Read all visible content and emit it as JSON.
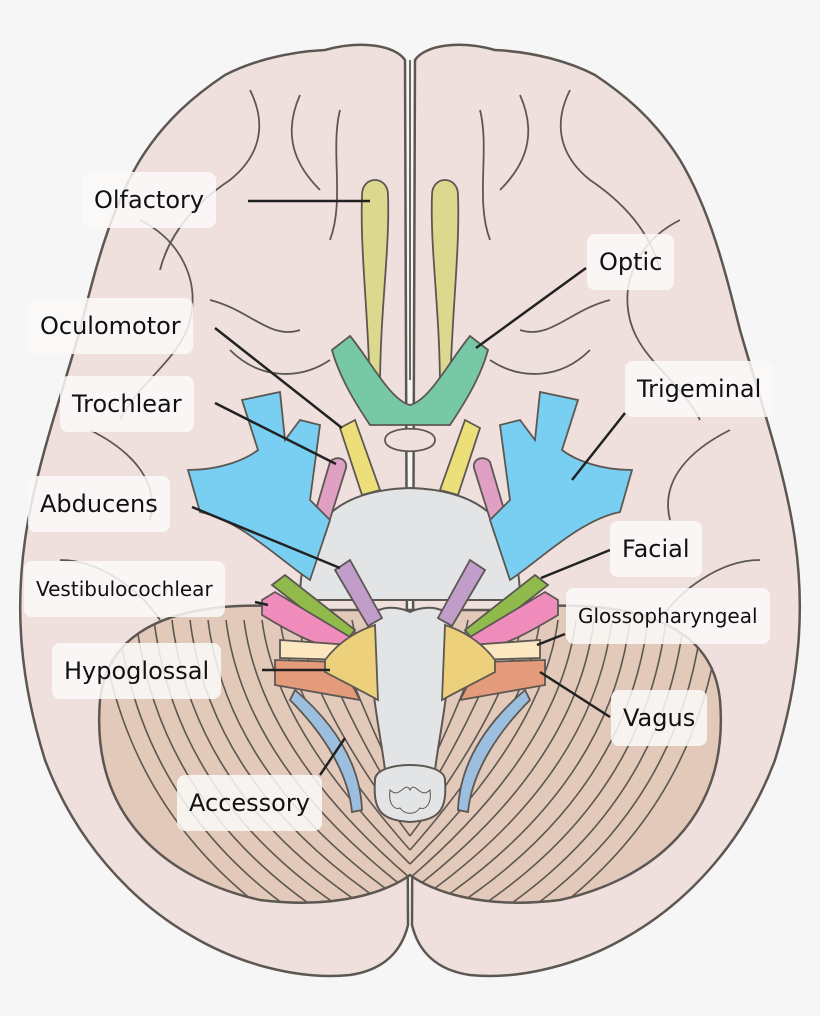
{
  "figure": {
    "title": "Cranial nerves — inferior view of the brain",
    "colors": {
      "background": "#f6f6f6",
      "cerebrum": "#efe0de",
      "cerebellum": "#e2c9b9",
      "brainstem": "#e3e4e6",
      "outline": "#5d5752",
      "olfactory": "#dcd98e",
      "optic": "#76c8a6",
      "oculomotor": "#ecdf7a",
      "trochlear": "#dfa0c4",
      "trigeminal": "#79cff2",
      "abducens": "#c09ec9",
      "facial": "#90bb4c",
      "vestibulocochlear": "#ef8cbc",
      "glossopharyngeal": "#fbe7c0",
      "vagus": "#e49b7c",
      "accessory": "#9dbfdf",
      "hypoglossal": "#ecd07c"
    },
    "labels": {
      "olfactory": "Olfactory",
      "optic": "Optic",
      "oculomotor": "Oculomotor",
      "trochlear": "Trochlear",
      "trigeminal": "Trigeminal",
      "abducens": "Abducens",
      "facial": "Facial",
      "vestibulocochlear": "Vestibulocochlear",
      "glossopharyngeal": "Glossopharyngeal",
      "hypoglossal": "Hypoglossal",
      "vagus": "Vagus",
      "accessory": "Accessory"
    }
  }
}
